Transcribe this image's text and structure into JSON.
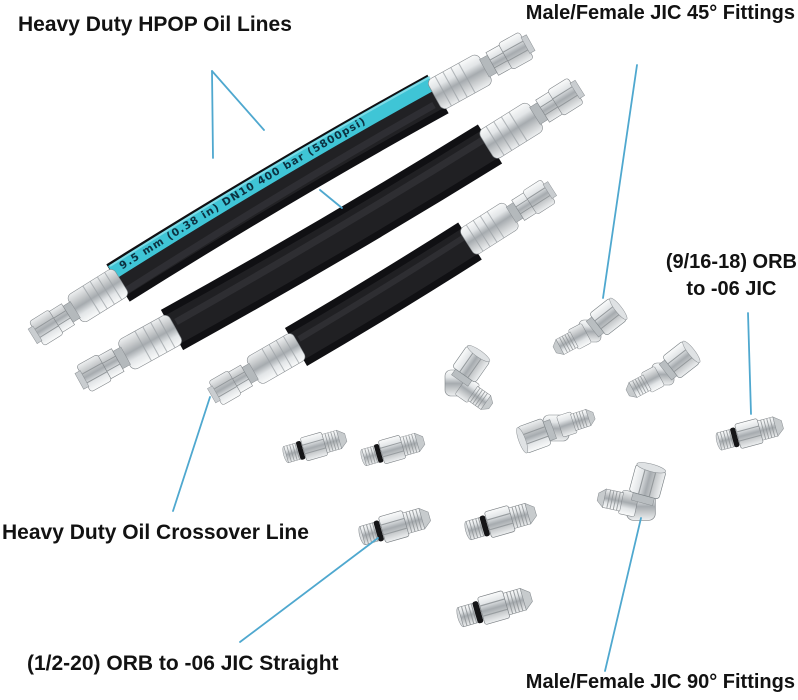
{
  "labels": {
    "hpop": "Heavy Duty HPOP Oil Lines",
    "jic45": "Male/Female JIC 45° Fittings",
    "orb916": "(9/16-18) ORB\nto -06 JIC",
    "crossover": "Heavy Duty Oil Crossover Line",
    "orb12": "(1/2-20) ORB to -06 JIC Straight",
    "jic90": "Male/Female JIC 90° Fittings"
  },
  "hose_print": {
    "text": "9.5 mm (0.38 in) DN10   400 bar (5800psi)"
  },
  "colors": {
    "background": "#ffffff",
    "label_text": "#121212",
    "callout_line": "#4fa8cf",
    "hose_black": "#141416",
    "stripe_teal": "#3fc5d6",
    "stripe_print": "#0d3140",
    "steel_light": "#f2f3f4",
    "steel_dark": "#8d9296"
  }
}
